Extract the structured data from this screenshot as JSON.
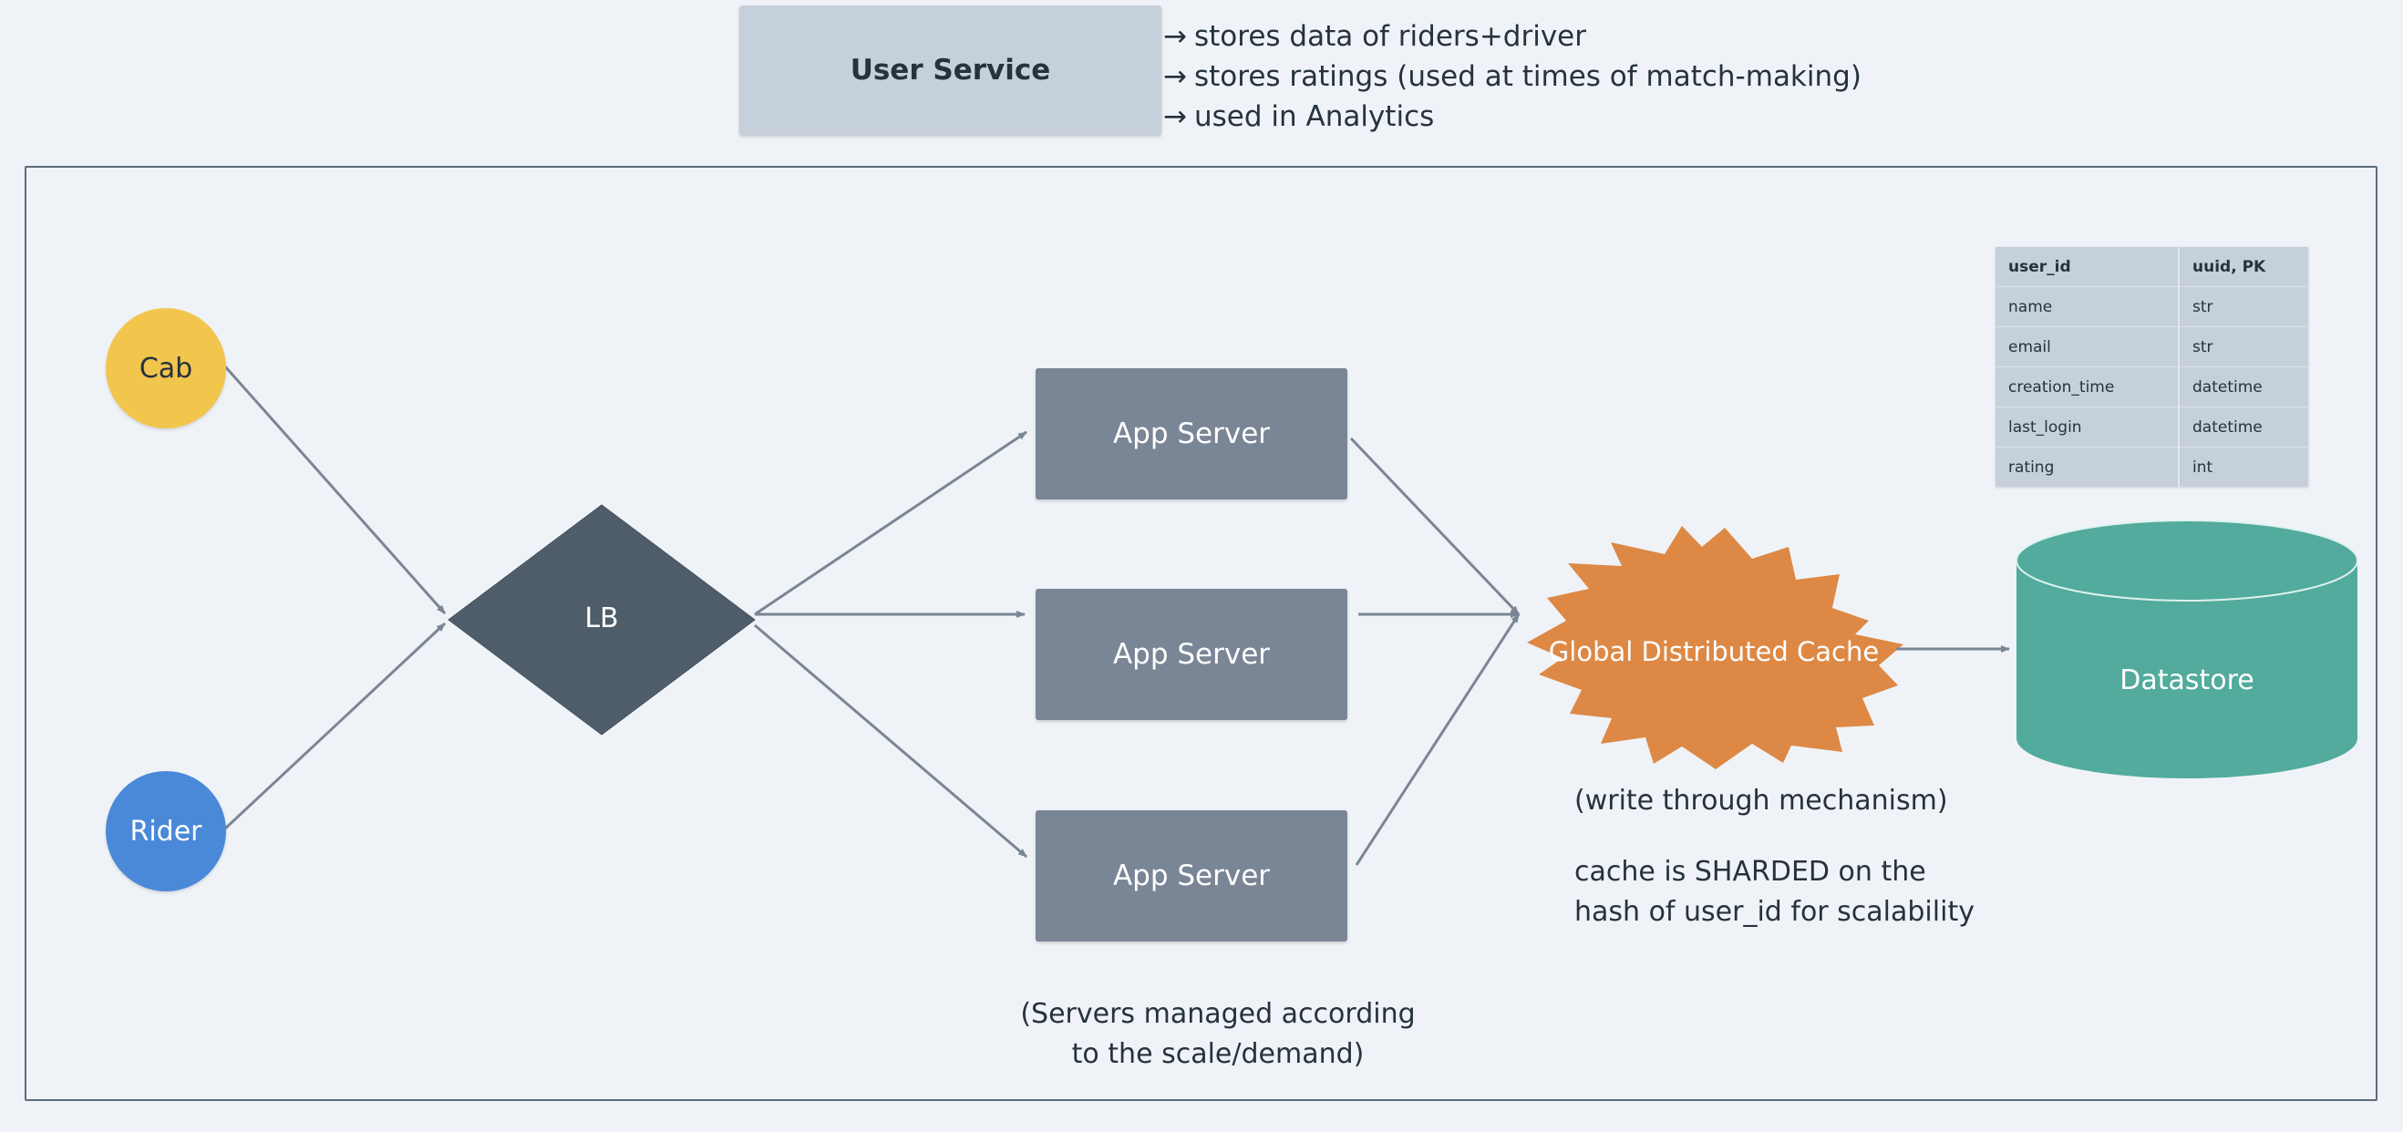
{
  "user_service": {
    "label": "User Service",
    "notes": [
      {
        "arrow": "→",
        "text": "stores data of riders+driver"
      },
      {
        "arrow": "→",
        "text": "stores ratings (used at times of match-making)"
      },
      {
        "arrow": "→",
        "text": "used in Analytics"
      }
    ]
  },
  "clients": {
    "cab": "Cab",
    "rider": "Rider"
  },
  "load_balancer": "LB",
  "app_servers": [
    "App Server",
    "App Server",
    "App Server"
  ],
  "servers_caption": [
    "(Servers managed according",
    "to the scale/demand)"
  ],
  "cache": {
    "label": "Global Distributed Cache",
    "mechanism": "(write through mechanism)",
    "sharding": [
      "cache is SHARDED on the",
      "hash of user_id for scalability"
    ]
  },
  "datastore": "Datastore",
  "schema": {
    "header": [
      "user_id",
      "uuid, PK"
    ],
    "rows": [
      [
        "name",
        "str"
      ],
      [
        "email",
        "str"
      ],
      [
        "creation_time",
        "datetime"
      ],
      [
        "last_login",
        "datetime"
      ],
      [
        "rating",
        "int"
      ]
    ]
  },
  "colors": {
    "cab": "#f2c54c",
    "rider": "#4a89d8",
    "lb": "#4f5c6a",
    "app_server": "#7a8695",
    "cache": "#dd8945",
    "datastore": "#52ab9c",
    "user_service": "#c6d0da",
    "connector": "#7a8695"
  }
}
